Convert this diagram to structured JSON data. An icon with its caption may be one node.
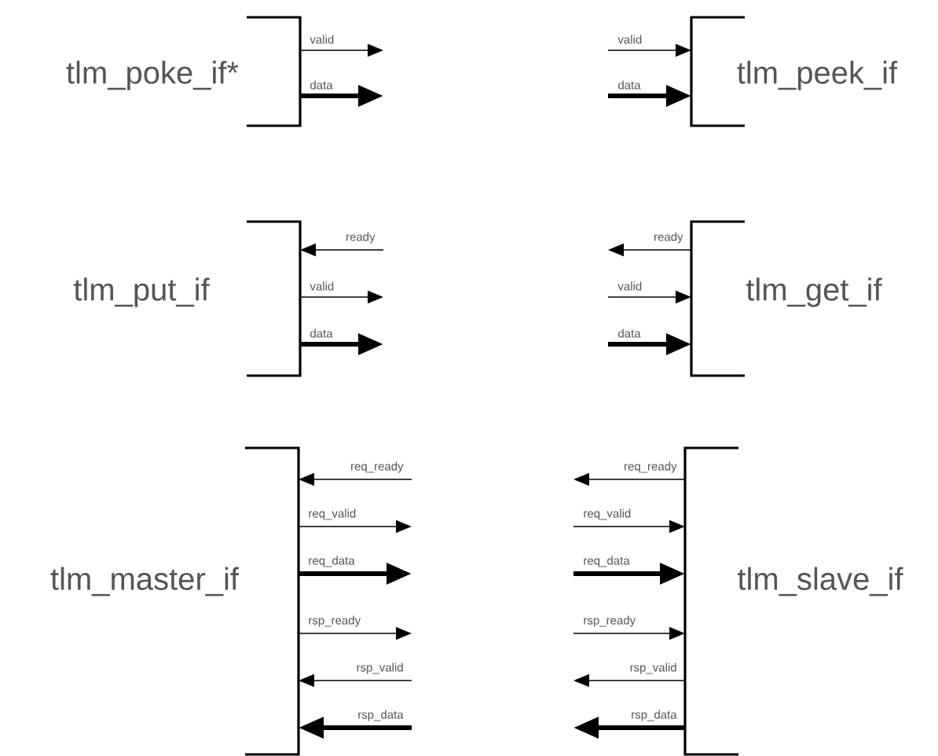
{
  "diagram": {
    "nodes": [
      {
        "text": [
          "tlm_poke_if*"
        ]
      },
      {
        "text": [
          "tlm_peek_if"
        ]
      },
      {
        "text": [
          "tlm_put_if"
        ]
      },
      {
        "text": [
          "tlm_get_if"
        ]
      },
      {
        "text": [
          "tlm_master_if"
        ]
      },
      {
        "text": [
          "tlm_slave_if"
        ]
      }
    ],
    "edges": [
      {
        "from": 0,
        "to": null,
        "arrow": "to",
        "label": "valid"
      },
      {
        "from": 0,
        "to": null,
        "arrow": "to",
        "label": "data",
        "style": "thick"
      },
      {
        "from": null,
        "to": 1,
        "arrow": "to",
        "label": "valid"
      },
      {
        "from": null,
        "to": 1,
        "arrow": "to",
        "label": "data",
        "style": "thick"
      },
      {
        "from": null,
        "to": 2,
        "arrow": "to",
        "label": "ready"
      },
      {
        "from": 2,
        "to": null,
        "arrow": "to",
        "label": "valid"
      },
      {
        "from": 2,
        "to": null,
        "arrow": "to",
        "label": "data",
        "style": "thick"
      },
      {
        "from": 3,
        "to": null,
        "arrow": "to",
        "label": "ready"
      },
      {
        "from": null,
        "to": 3,
        "arrow": "to",
        "label": "valid"
      },
      {
        "from": null,
        "to": 3,
        "arrow": "to",
        "label": "data",
        "style": "thick"
      },
      {
        "from": null,
        "to": 4,
        "arrow": "to",
        "label": "req_ready"
      },
      {
        "from": 4,
        "to": null,
        "arrow": "to",
        "label": "req_valid"
      },
      {
        "from": 4,
        "to": null,
        "arrow": "to",
        "label": "req_data",
        "style": "thick"
      },
      {
        "from": 4,
        "to": null,
        "arrow": "to",
        "label": "rsp_ready"
      },
      {
        "from": null,
        "to": 4,
        "arrow": "to",
        "label": "rsp_valid"
      },
      {
        "from": null,
        "to": 4,
        "arrow": "to",
        "label": "rsp_data",
        "style": "thick"
      },
      {
        "from": 5,
        "to": null,
        "arrow": "to",
        "label": "req_ready"
      },
      {
        "from": null,
        "to": 5,
        "arrow": "to",
        "label": "req_valid"
      },
      {
        "from": null,
        "to": 5,
        "arrow": "to",
        "label": "req_data",
        "style": "thick"
      },
      {
        "from": null,
        "to": 5,
        "arrow": "to",
        "label": "rsp_ready"
      },
      {
        "from": 5,
        "to": null,
        "arrow": "to",
        "label": "rsp_valid"
      },
      {
        "from": 5,
        "to": null,
        "arrow": "to",
        "label": "rsp_data",
        "style": "thick"
      }
    ]
  }
}
